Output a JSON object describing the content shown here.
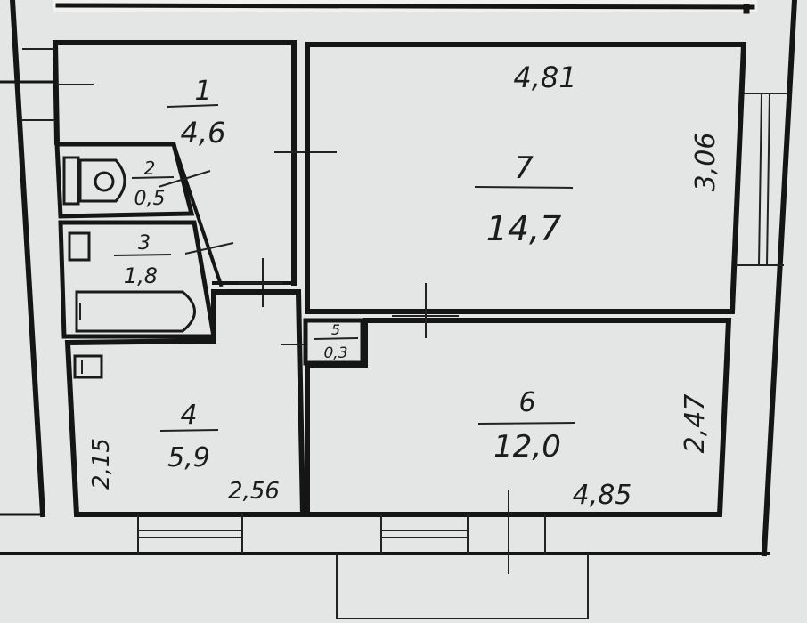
{
  "plan": {
    "rooms": [
      {
        "number": "1",
        "area": "4,6"
      },
      {
        "number": "2",
        "area": "0,5"
      },
      {
        "number": "3",
        "area": "1,8"
      },
      {
        "number": "4",
        "area": "5,9"
      },
      {
        "number": "5",
        "area": "0,3"
      },
      {
        "number": "6",
        "area": "12,0"
      },
      {
        "number": "7",
        "area": "14,7"
      }
    ],
    "dimensions": {
      "room7_width": "4,81",
      "room7_depth": "3,06",
      "room6_width": "4,85",
      "room6_depth": "2,47",
      "room4_width": "2,56",
      "room4_depth": "2,15"
    }
  }
}
